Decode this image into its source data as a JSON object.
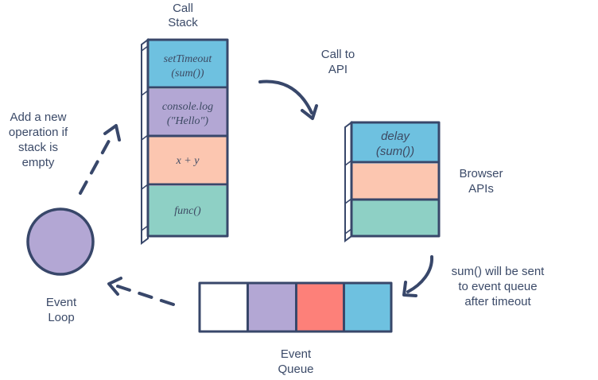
{
  "labels": {
    "call_stack_line1": "Call",
    "call_stack_line2": "Stack",
    "call_to_api_line1": "Call to",
    "call_to_api_line2": "API",
    "browser_apis_line1": "Browser",
    "browser_apis_line2": "APIs",
    "add_op_line1": "Add a new",
    "add_op_line2": "operation if",
    "add_op_line3": "stack is",
    "add_op_line4": "empty",
    "event_loop_line1": "Event",
    "event_loop_line2": "Loop",
    "event_queue_line1": "Event",
    "event_queue_line2": "Queue",
    "sum_sent_line1": "sum() will be sent",
    "sum_sent_line2": "to event queue",
    "sum_sent_line3": "after timeout"
  },
  "call_stack": {
    "cells": [
      {
        "line1": "setTimeout",
        "line2": "(sum())",
        "color": "#6ec1e0"
      },
      {
        "line1": "console.log",
        "line2": "(\"Hello\")",
        "color": "#b3a7d4"
      },
      {
        "line1": "x + y",
        "line2": "",
        "color": "#fcc6b0"
      },
      {
        "line1": "func()",
        "line2": "",
        "color": "#8ed0c5"
      }
    ]
  },
  "browser_apis": {
    "cells": [
      {
        "line1": "delay",
        "line2": "(sum())",
        "color": "#6ec1e0"
      },
      {
        "line1": "",
        "line2": "",
        "color": "#fcc6b0"
      },
      {
        "line1": "",
        "line2": "",
        "color": "#8ed0c5"
      }
    ]
  },
  "event_queue": {
    "cells": [
      {
        "color": "#ffffff"
      },
      {
        "color": "#b3a7d4"
      },
      {
        "color": "#fd8079"
      },
      {
        "color": "#6ec1e0"
      }
    ]
  },
  "event_loop": {
    "color": "#b3a7d4"
  },
  "colors": {
    "ink": "#38476a",
    "text": "#3b4a68"
  }
}
